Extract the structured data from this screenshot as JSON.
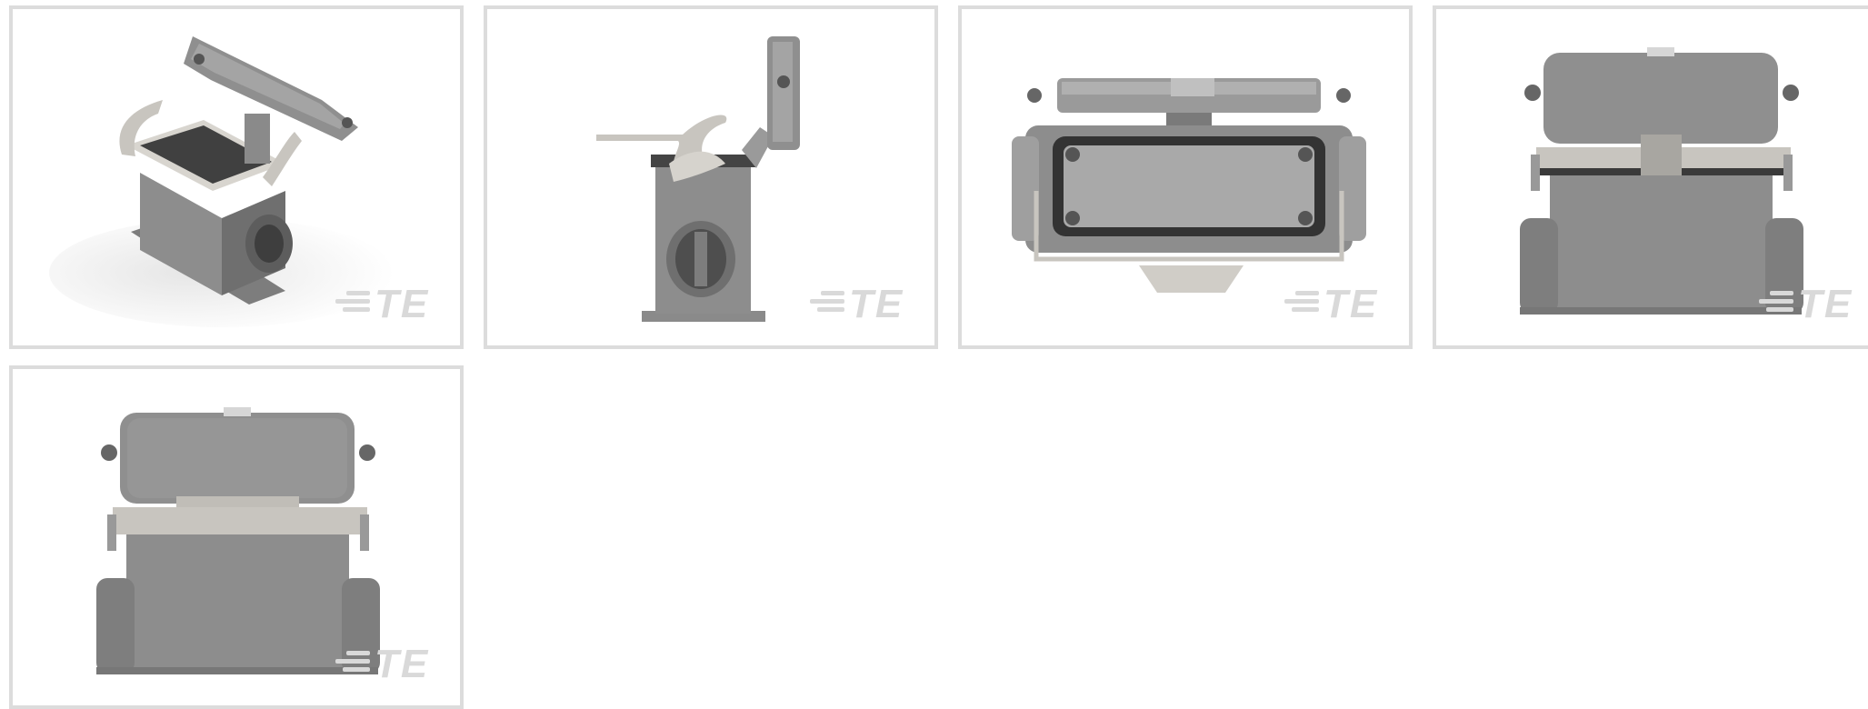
{
  "gallery": {
    "images": [
      {
        "view": "isometric-open",
        "watermark": "TE"
      },
      {
        "view": "side-open",
        "watermark": "TE"
      },
      {
        "view": "top-open",
        "watermark": "TE"
      },
      {
        "view": "front-open",
        "watermark": "TE"
      },
      {
        "view": "back-open",
        "watermark": "TE"
      }
    ]
  },
  "colors": {
    "housing": "#8a8a8a",
    "housing_dark": "#6f6f6f",
    "lever": "#c8c5bf",
    "border": "#dcdcdc"
  }
}
